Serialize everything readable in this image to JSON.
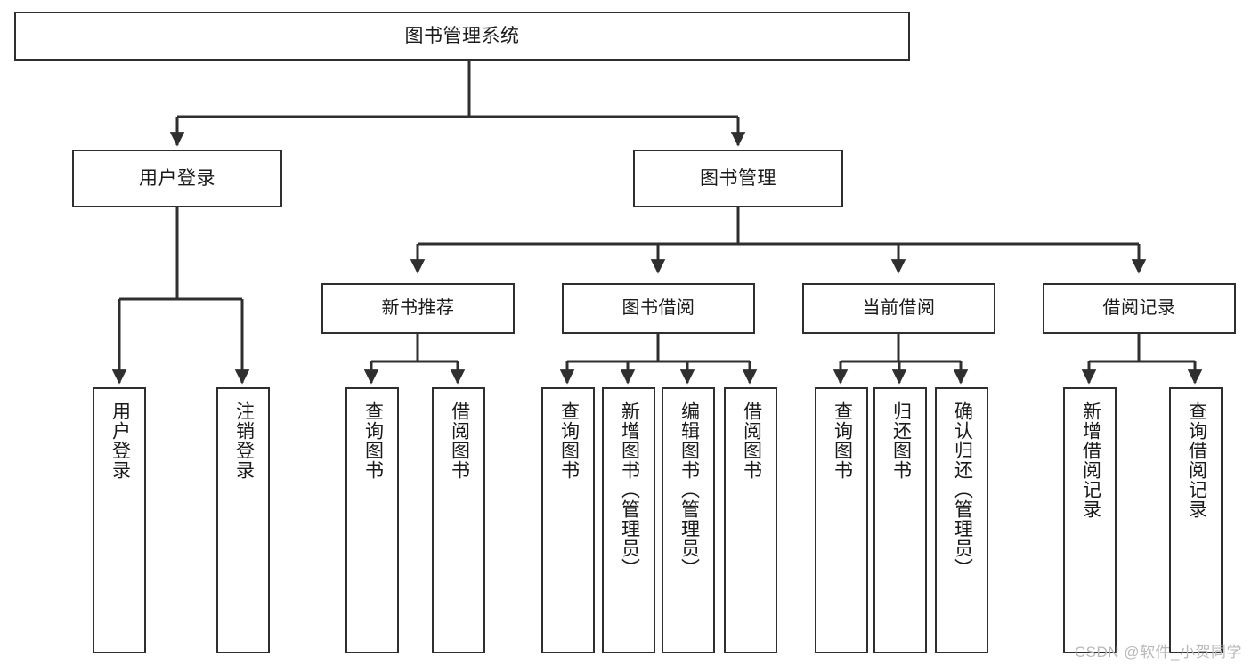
{
  "diagram": {
    "title": "图书管理系统",
    "type": "tree-hierarchy-diagram",
    "colors": {
      "box_border": "#2f2f2f",
      "box_fill": "#ffffff",
      "line": "#2f2f2f",
      "text": "#1a1a1a",
      "watermark": "#b9b9b9"
    },
    "root": {
      "label": "图书管理系统"
    },
    "level2": [
      {
        "label": "用户登录"
      },
      {
        "label": "图书管理"
      }
    ],
    "level3": [
      {
        "label": "新书推荐"
      },
      {
        "label": "图书借阅"
      },
      {
        "label": "当前借阅"
      },
      {
        "label": "借阅记录"
      }
    ],
    "leaves": {
      "user_login": [
        {
          "label": "用户登录"
        },
        {
          "label": "注销登录"
        }
      ],
      "new_book_recommend": [
        {
          "label": "查询图书"
        },
        {
          "label": "借阅图书"
        }
      ],
      "book_borrow": [
        {
          "label": "查询图书"
        },
        {
          "label": "新增图书（管理员）"
        },
        {
          "label": "编辑图书（管理员）"
        },
        {
          "label": "借阅图书"
        }
      ],
      "current_borrow": [
        {
          "label": "查询图书"
        },
        {
          "label": "归还图书"
        },
        {
          "label": "确认归还（管理员）"
        }
      ],
      "borrow_record": [
        {
          "label": "新增借阅记录"
        },
        {
          "label": "查询借阅记录"
        }
      ]
    },
    "watermark": "CSDN @软件_小贺同学"
  }
}
